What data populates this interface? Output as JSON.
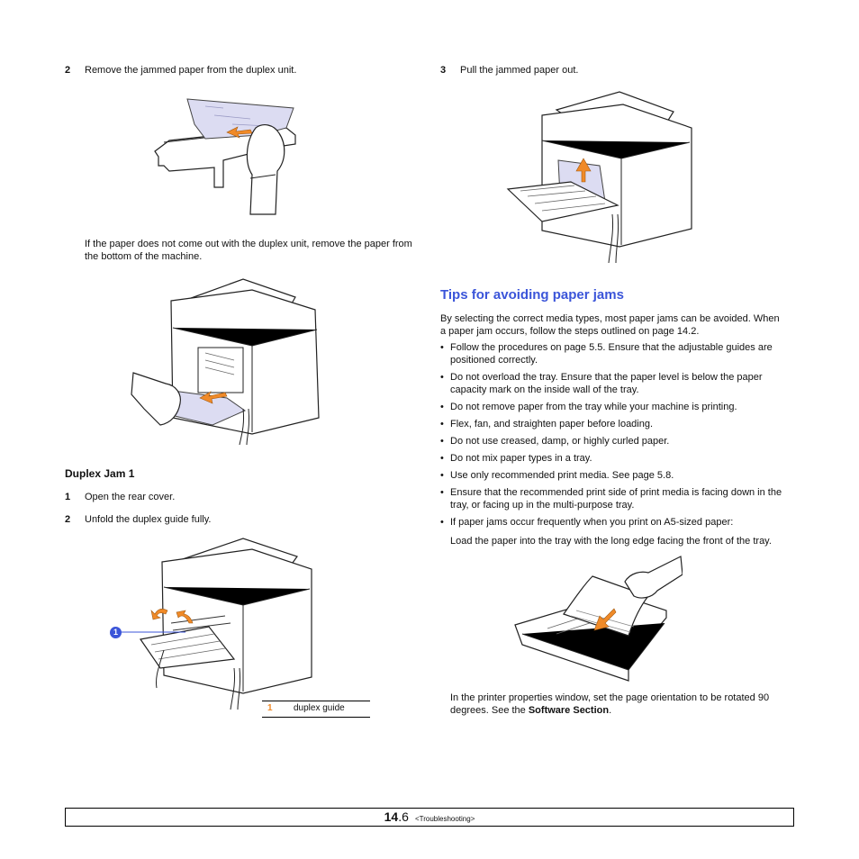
{
  "left": {
    "step2": {
      "num": "2",
      "text": "Remove the jammed paper from the duplex unit."
    },
    "note": "If the paper does not come out with the duplex unit, remove the paper from the bottom of the machine.",
    "duplex_heading": "Duplex Jam 1",
    "step1b": {
      "num": "1",
      "text": "Open the rear cover."
    },
    "step2b": {
      "num": "2",
      "text": "Unfold the duplex guide fully."
    },
    "callout": "1",
    "legend": {
      "num": "1",
      "label": "duplex guide"
    }
  },
  "right": {
    "step3": {
      "num": "3",
      "text": "Pull the jammed paper out."
    },
    "tips_heading": "Tips for avoiding paper jams",
    "intro": "By selecting the correct media types, most paper jams can be avoided. When a paper jam occurs, follow the steps outlined on page 14.2.",
    "bullets": [
      "Follow the procedures on page 5.5. Ensure that the adjustable guides are positioned correctly.",
      "Do not overload the tray. Ensure that the paper level is below the paper capacity mark on the inside wall of the tray.",
      "Do not remove paper from the tray while your machine is printing.",
      "Flex, fan, and straighten paper before loading.",
      "Do not use creased, damp, or highly curled paper.",
      "Do not mix paper types in a tray.",
      "Use only recommended print media. See page 5.8.",
      "Ensure that the recommended print side of print media is facing down in the tray, or facing up in the multi-purpose tray.",
      "If paper jams occur frequently when you print on A5-sized paper:"
    ],
    "a5_note": "Load the paper into the tray with the long edge facing the front of the tray.",
    "orient_text": "In the printer properties window, set the page orientation to be rotated 90 degrees. See the ",
    "orient_bold": "Software Section",
    "orient_end": "."
  },
  "footer": {
    "page_major": "14",
    "page_minor": ".6",
    "section": "<Troubleshooting>"
  },
  "colors": {
    "accent_blue": "#3b55d9",
    "arrow_orange": "#f08a28",
    "paper_lavender": "#dcdcf2"
  }
}
